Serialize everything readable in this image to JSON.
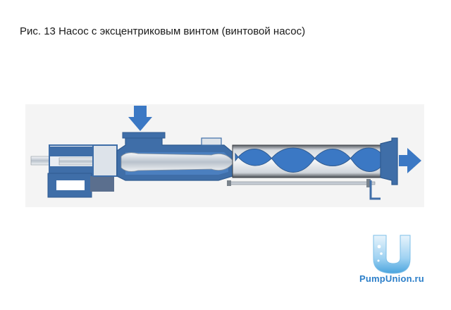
{
  "caption": "Рис. 13 Насос с эксцентриковым винтом (винтовой насос)",
  "logo": {
    "letter": "U",
    "text": "PumpUnion.ru"
  },
  "colors": {
    "casing_blue": "#3f6ea8",
    "casing_dark": "#2f5a8f",
    "flow_blue": "#3b78c4",
    "steel_light": "#e8ecf0",
    "steel_mid": "#c2cad3",
    "background_panel": "#f4f4f4",
    "logo_blue": "#2c7fc9"
  },
  "icons": [
    "inlet-arrow-icon",
    "outlet-arrow-icon"
  ]
}
